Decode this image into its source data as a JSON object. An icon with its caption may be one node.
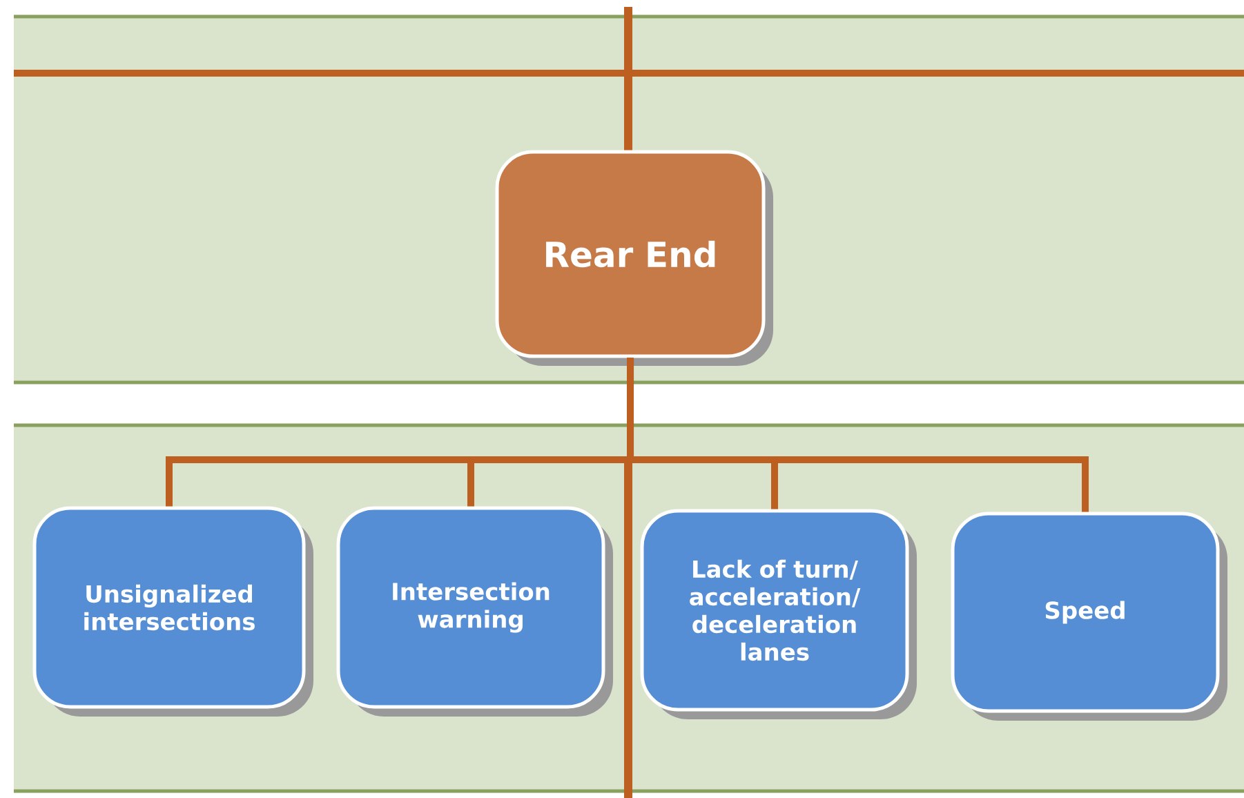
{
  "diagram": {
    "nodes": [
      {
        "text": [
          "Rear End"
        ]
      },
      {
        "text": [
          "Unsignalized intersections"
        ]
      },
      {
        "text": [
          "Intersection warning"
        ]
      },
      {
        "text": [
          "Lack of turn/ acceleration/ deceleration lanes"
        ]
      },
      {
        "text": [
          "Speed"
        ]
      }
    ],
    "edges": [
      {
        "from": 0,
        "to": 1,
        "arrow": "none"
      },
      {
        "from": 0,
        "to": 2,
        "arrow": "none"
      },
      {
        "from": 0,
        "to": 3,
        "arrow": "none"
      },
      {
        "from": 0,
        "to": 4,
        "arrow": "none"
      }
    ]
  }
}
